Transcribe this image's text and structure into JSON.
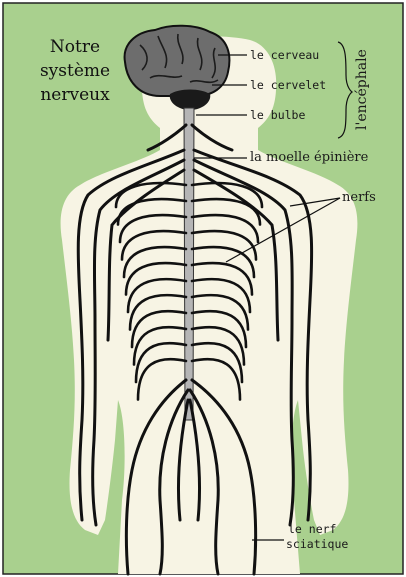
{
  "title": {
    "line1": "Notre",
    "line2": "système",
    "line3": "nerveux"
  },
  "labels": {
    "cerveau": "le cerveau",
    "cervelet": "le cervelet",
    "bulbe": "le bulbe",
    "moelle": "la moelle épinière",
    "nerfs": "nerfs",
    "nerf_sciatique_1": "le nerf",
    "nerf_sciatique_2": "sciatique",
    "encephale": "l'encéphale"
  },
  "colors": {
    "background": "#a9d08e",
    "body": "#f7f4e4",
    "nerve": "#111111",
    "brain": "#6d6d6d",
    "cord": "#b5b5b5"
  }
}
